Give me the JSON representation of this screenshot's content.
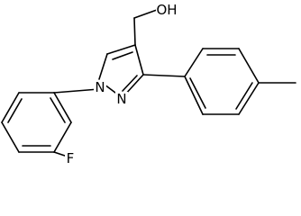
{
  "molecule": {
    "atoms": {
      "n1": "N",
      "n2": "N",
      "oh": "OH",
      "f": "F"
    }
  }
}
